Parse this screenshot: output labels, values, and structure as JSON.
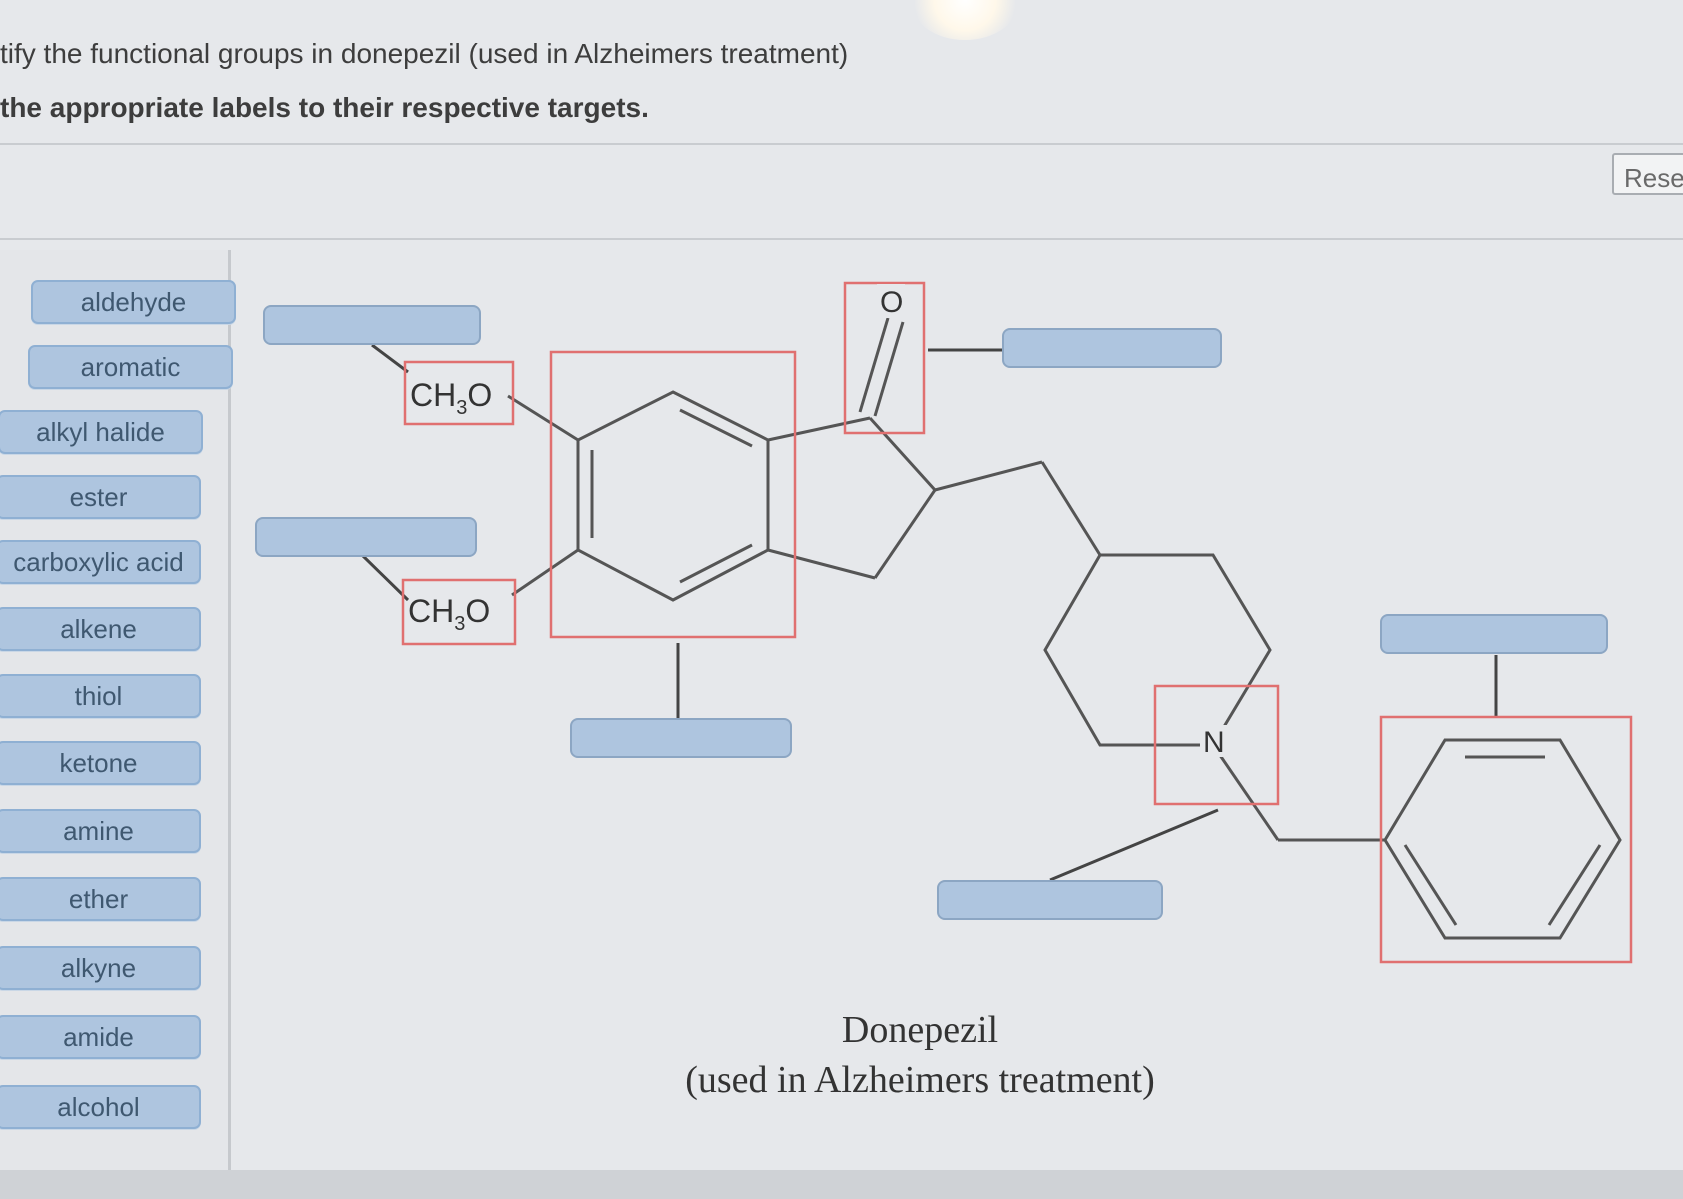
{
  "instructions": {
    "line1": "tify the functional groups in donepezil (used in Alzheimers treatment)",
    "line2": "the appropriate labels to their respective targets."
  },
  "reset_label": "Rese",
  "labels": [
    "aldehyde",
    "aromatic",
    "alkyl halide",
    "ester",
    "carboxylic acid",
    "alkene",
    "thiol",
    "ketone",
    "amine",
    "ether",
    "alkyne",
    "amide",
    "alcohol"
  ],
  "structure": {
    "ch3o_top": "CH3O",
    "ch3o_bottom": "CH3O",
    "oxygen": "O",
    "nitrogen": "N",
    "sub_digit": "3"
  },
  "caption": {
    "name": "Donepezil",
    "use": "(used in Alzheimers treatment)"
  },
  "colors": {
    "label_fill": "#aec5df",
    "target_box": "#e07070",
    "bond": "#555555"
  }
}
